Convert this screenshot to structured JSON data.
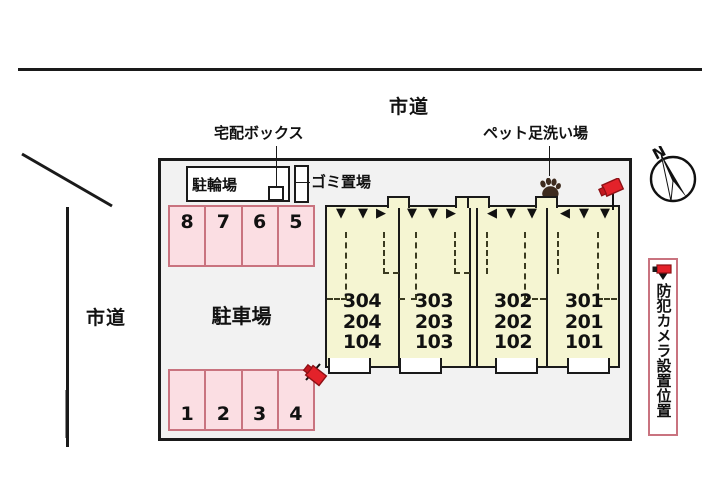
{
  "plan": {
    "roads": {
      "top_label": "市道",
      "left_label": "市道"
    },
    "callouts": {
      "delivery_box": "宅配ボックス",
      "trash_area": "ゴミ置場",
      "pet_wash": "ペット足洗い場"
    },
    "facilities": {
      "bike_parking": "駐輪場",
      "parking_area": "駐車場"
    },
    "parking": {
      "top_row": [
        "8",
        "7",
        "6",
        "5"
      ],
      "bottom_row": [
        "1",
        "2",
        "3",
        "4"
      ]
    },
    "building": {
      "columns": [
        {
          "floors": [
            "304",
            "204",
            "104"
          ]
        },
        {
          "floors": [
            "303",
            "203",
            "103"
          ]
        },
        {
          "floors": [
            "302",
            "202",
            "102"
          ]
        },
        {
          "floors": [
            "301",
            "201",
            "101"
          ]
        }
      ]
    },
    "compass": {
      "north_label": "N"
    },
    "legend": {
      "security_camera": "防犯カメラ設置位置"
    },
    "colors": {
      "building_fill": "#F5F5D2",
      "parking_fill": "#FBDEE3",
      "parking_stroke": "#C9737F",
      "site_fill": "#F2F2F2",
      "outline": "#1A1A1A",
      "camera_red": "#E3222A"
    }
  }
}
